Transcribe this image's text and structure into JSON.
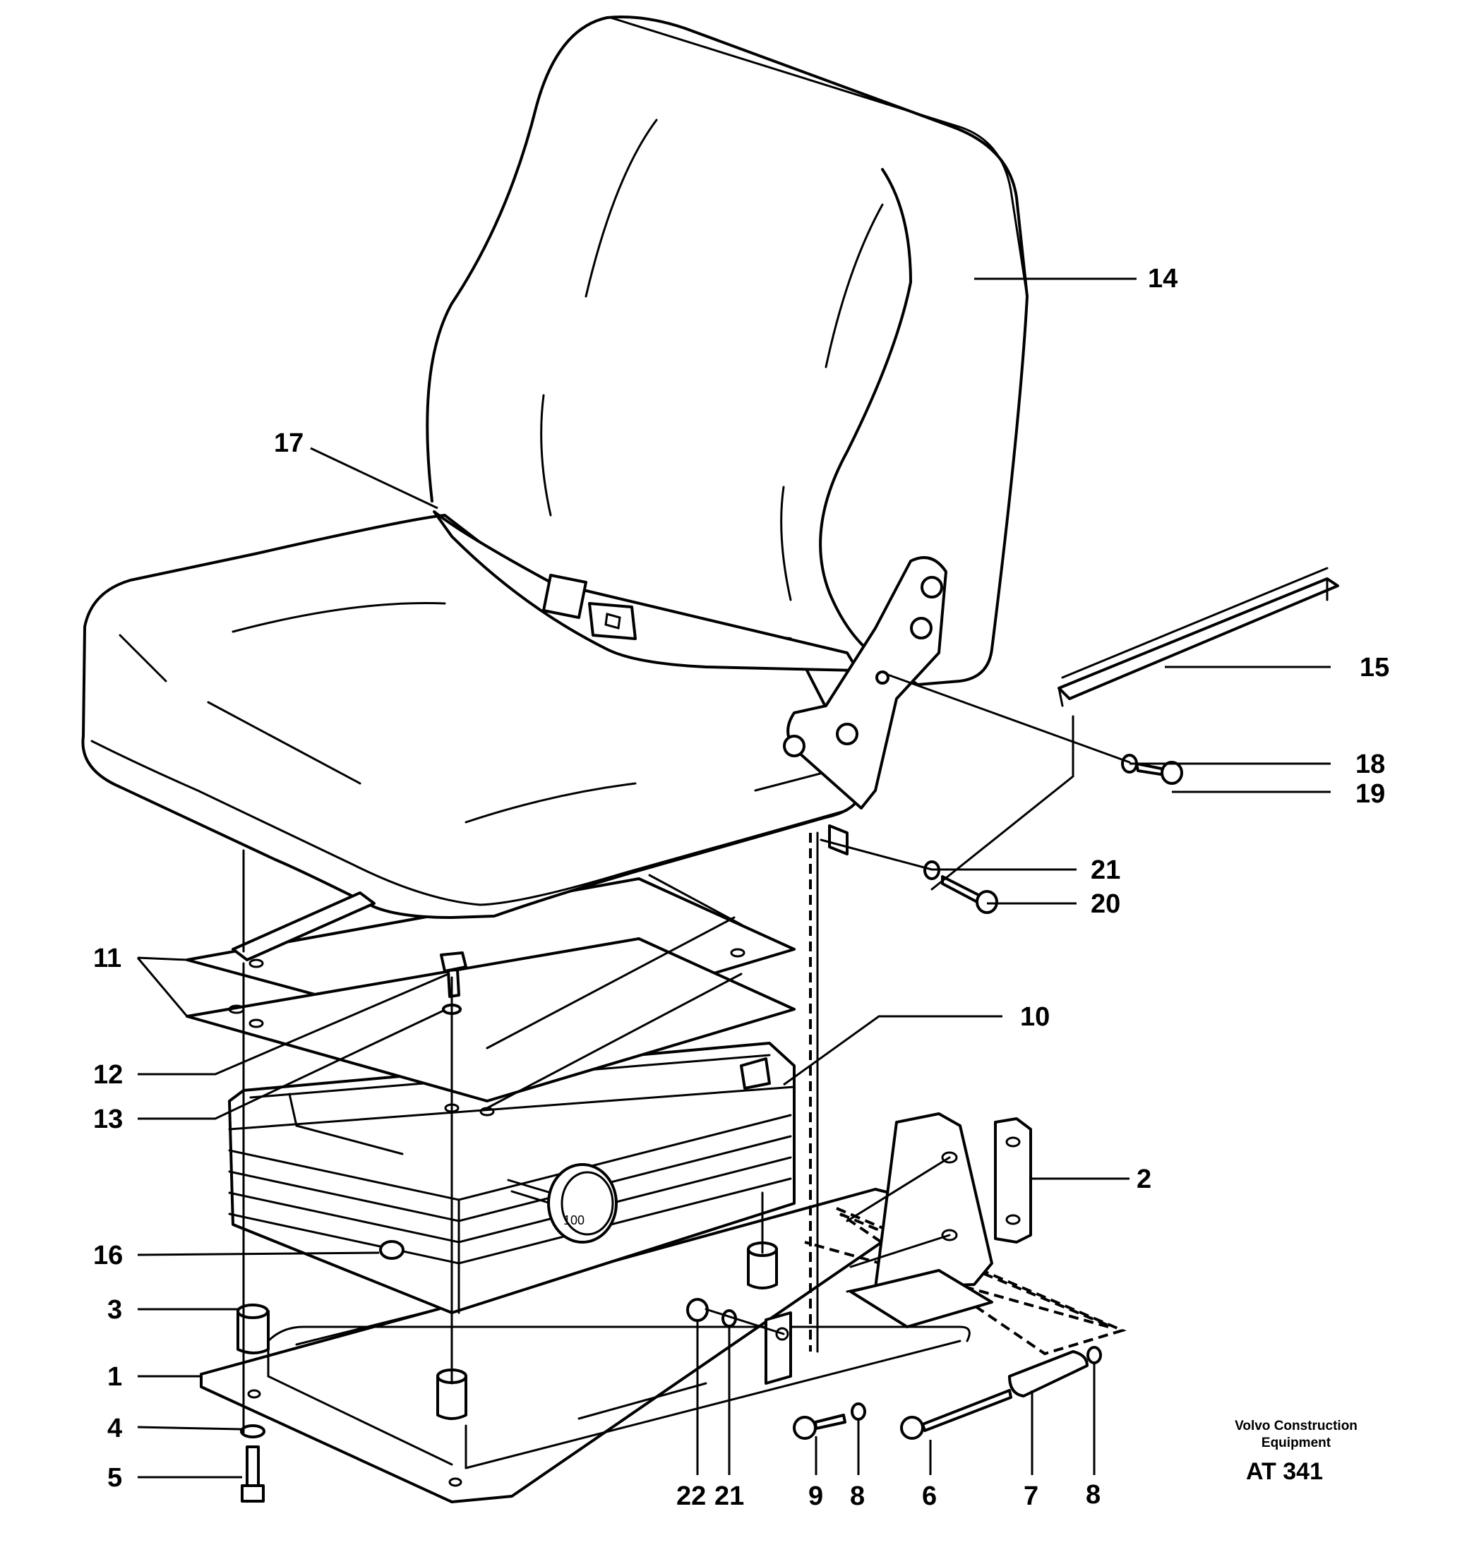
{
  "diagram": {
    "brand_line1": "Volvo Construction",
    "brand_line2": "Equipment",
    "code": "AT 341",
    "knob_label": "100"
  },
  "labels": {
    "p14": "14",
    "p17": "17",
    "p15": "15",
    "p18": "18",
    "p19": "19",
    "p21a": "21",
    "p20": "20",
    "p11": "11",
    "p10": "10",
    "p12": "12",
    "p13": "13",
    "p2": "2",
    "p16": "16",
    "p3": "3",
    "p1": "1",
    "p4": "4",
    "p5": "5",
    "p22": "22",
    "p21b": "21",
    "p9": "9",
    "p8a": "8",
    "p6": "6",
    "p7": "7",
    "p8b": "8"
  }
}
